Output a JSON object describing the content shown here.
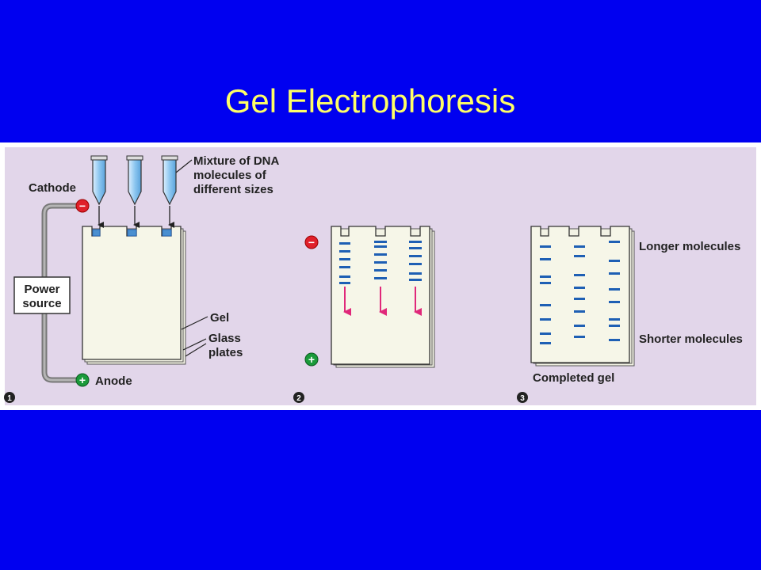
{
  "title": "Gel Electrophoresis",
  "colors": {
    "background": "#0000f0",
    "title": "#ffff66",
    "panel": "#e2d6ea",
    "band": "#1e5fb4",
    "arrow": "#e0287a",
    "negative": "#e0202a",
    "positive": "#1a9a3a"
  },
  "panel1": {
    "step": "1",
    "labels": {
      "cathode": "Cathode",
      "anode": "Anode",
      "power_line1": "Power",
      "power_line2": "source",
      "mixture_line1": "Mixture of DNA",
      "mixture_line2": "molecules of",
      "mixture_line3": "different sizes",
      "gel": "Gel",
      "glass_line1": "Glass",
      "glass_line2": "plates"
    },
    "minus": "−",
    "plus": "+"
  },
  "panel2": {
    "step": "2",
    "minus": "−",
    "plus": "+"
  },
  "panel3": {
    "step": "3",
    "labels": {
      "longer": "Longer molecules",
      "shorter": "Shorter molecules",
      "completed": "Completed gel"
    }
  }
}
